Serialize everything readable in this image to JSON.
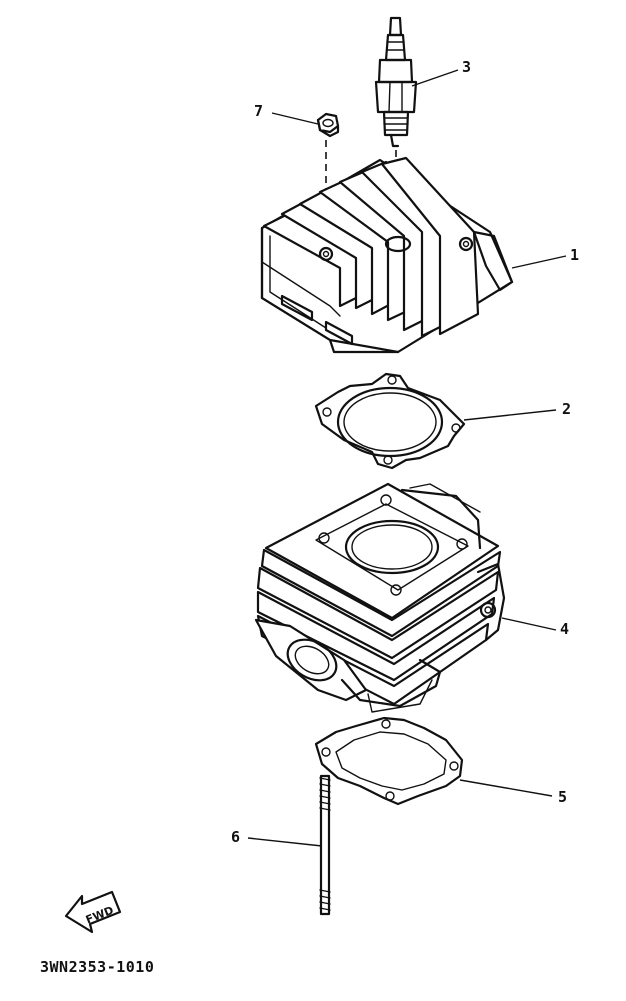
{
  "diagram": {
    "callouts": [
      {
        "id": "1",
        "part": "cylinder-head"
      },
      {
        "id": "2",
        "part": "head-gasket"
      },
      {
        "id": "3",
        "part": "spark-plug"
      },
      {
        "id": "4",
        "part": "cylinder"
      },
      {
        "id": "5",
        "part": "base-gasket"
      },
      {
        "id": "6",
        "part": "stud-bolt"
      },
      {
        "id": "7",
        "part": "nut"
      }
    ],
    "fwd_label": "FWD",
    "part_code": "3WN2353-1010"
  }
}
